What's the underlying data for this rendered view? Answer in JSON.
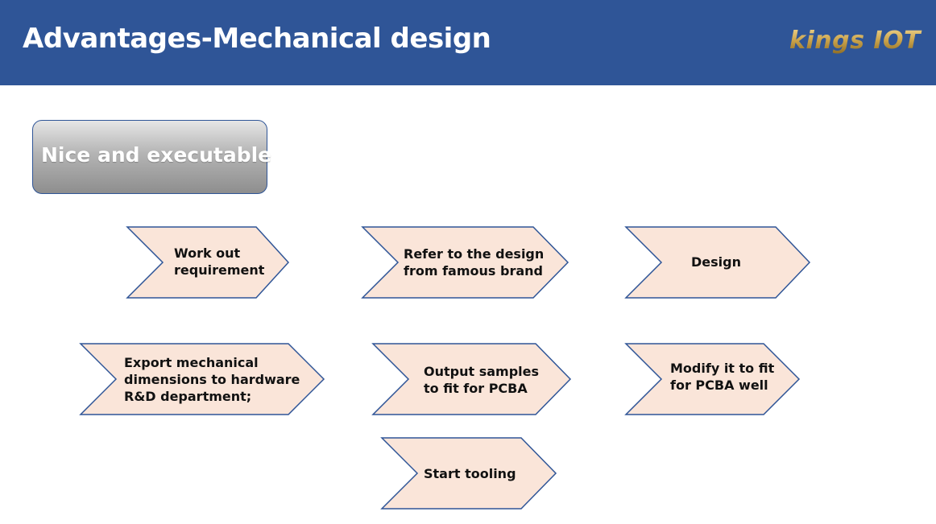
{
  "header": {
    "title": "Advantages-Mechanical design",
    "logo_text": "kings IOT"
  },
  "badge": {
    "label": "Nice and executable"
  },
  "steps": [
    {
      "lines": [
        "Work out",
        "requirement"
      ]
    },
    {
      "lines": [
        "Refer to the design",
        "from famous brand"
      ]
    },
    {
      "lines": [
        "Design"
      ]
    },
    {
      "lines": [
        "Export mechanical",
        "dimensions to hardware",
        "R&D department;"
      ]
    },
    {
      "lines": [
        "Output samples",
        "to fit for PCBA"
      ]
    },
    {
      "lines": [
        "Modify it to fit",
        "for PCBA well"
      ]
    },
    {
      "lines": [
        "Start tooling"
      ]
    }
  ],
  "colors": {
    "header_bg": "#2f5597",
    "chevron_fill": "#fae5d9",
    "chevron_stroke": "#2f5597",
    "logo_gold": "#c9a24a"
  }
}
